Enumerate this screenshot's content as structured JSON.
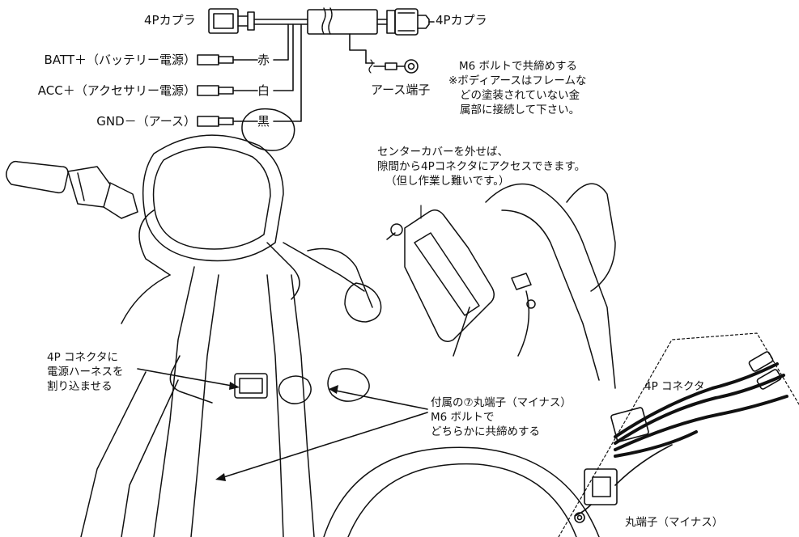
{
  "wiring": {
    "connector_left": "4Pカプラ",
    "connector_right": "4Pカプラ",
    "batt": "BATT＋（バッテリー電源）",
    "acc": "ACC＋（アクセサリー電源）",
    "gnd": "GND－（アース）",
    "color_red": "赤",
    "color_white": "白",
    "color_black": "黒",
    "earth_terminal": "アース端子",
    "bolt_note": "M6 ボルトで共締めする",
    "body_note_1": "※ボディアースはフレームな",
    "body_note_2": "どの塗装されていない金",
    "body_note_3": "属部に接続して下さい。"
  },
  "center_cover": {
    "line1": "センターカバーを外せば、",
    "line2": "隙間から4Pコネクタにアクセスできます。",
    "line3": "（但し作業し難いです。）"
  },
  "left_callout": {
    "line1": "4P コネクタに",
    "line2": "電源ハーネスを",
    "line3": "割り込ませる"
  },
  "right_callout": {
    "line1": "付属の⑦丸端子（マイナス）",
    "line2": "M6 ボルトで",
    "line3": "どちらかに共締めする"
  },
  "harness_inset": {
    "connector_label": "4P コネクタ",
    "terminal_label": "丸端子（マイナス）"
  }
}
